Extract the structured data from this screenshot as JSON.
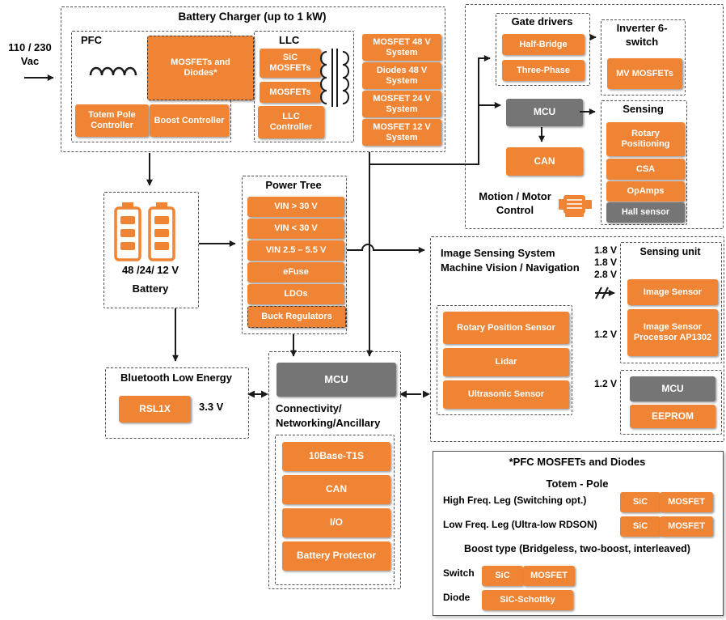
{
  "colors": {
    "orange": "#EE8434",
    "gray": "#757575",
    "line": "#1a1a1a"
  },
  "source_input": {
    "line1": "110 / 230",
    "line2": "Vac"
  },
  "battery_charger": {
    "title": "Battery Charger (up to 1 kW)",
    "pfc": {
      "title": "PFC",
      "mosfets_diodes": "MOSFETs and Diodes*",
      "totem_pole_controller": "Totem Pole Controller",
      "boost_controller": "Boost Controller"
    },
    "llc": {
      "title": "LLC",
      "sic_mosfets": "SiC MOSFETs",
      "mosfets": "MOSFETs",
      "controller": "LLC Controller"
    },
    "outputs": [
      "MOSFET 48 V System",
      "Diodes 48 V System",
      "MOSFET 24 V System",
      "MOSFET 12 V System"
    ]
  },
  "motor_control": {
    "label": "Motion / Motor Control",
    "gate_drivers": {
      "title": "Gate drivers",
      "half_bridge": "Half-Bridge",
      "three_phase": "Three-Phase"
    },
    "inverter": {
      "title": "Inverter 6-switch",
      "mv_mosfets": "MV MOSFETs"
    },
    "mcu": "MCU",
    "can": "CAN",
    "sensing": {
      "title": "Sensing",
      "rotary_positioning": "Rotary Positioning",
      "csa": "CSA",
      "opamps": "OpAmps",
      "hall_sensor": "Hall sensor"
    }
  },
  "battery": {
    "voltage": "48 /24/ 12 V",
    "label": "Battery"
  },
  "power_tree": {
    "title": "Power Tree",
    "items": [
      "VIN > 30 V",
      "VIN < 30 V",
      "VIN 2.5 – 5.5 V",
      "eFuse",
      "LDOs",
      "Buck Regulators"
    ]
  },
  "image_sensing": {
    "title_line1": "Image Sensing System",
    "title_line2": "Machine Vision / Navigation",
    "sensors": [
      "Rotary Position Sensor",
      "Lidar",
      "Ultrasonic Sensor"
    ],
    "rail_voltages": [
      "1.8 V",
      "1.8 V",
      "2.8 V"
    ],
    "proc_voltage": "1.2 V",
    "mcu_voltage": "1.2 V",
    "sensing_unit": {
      "title": "Sensing unit",
      "image_sensor": "Image Sensor",
      "processor": "Image Sensor Processor AP1302"
    },
    "mcu": "MCU",
    "eeprom": "EEPROM"
  },
  "bluetooth": {
    "title": "Bluetooth Low Energy",
    "chip": "RSL1X",
    "voltage": "3.3 V"
  },
  "connectivity": {
    "mcu": "MCU",
    "title_line1": "Connectivity/",
    "title_line2": "Networking/Ancillary",
    "items": [
      "10Base-T1S",
      "CAN",
      "I/O",
      "Battery Protector"
    ]
  },
  "pfc_detail": {
    "title": "*PFC MOSFETs and Diodes",
    "totem_title": "Totem - Pole",
    "high_label": "High Freq. Leg (Switching opt.)",
    "high_sic": "SiC",
    "high_mosfet": "MOSFET",
    "low_label": "Low Freq. Leg (Ultra-low RDSON)",
    "low_sic": "SiC",
    "low_mosfet": "MOSFET",
    "boost_title": "Boost type (Bridgeless, two-boost, interleaved)",
    "switch_label": "Switch",
    "switch_sic": "SiC",
    "switch_mosfet": "MOSFET",
    "diode_label": "Diode",
    "diode_chip": "SiC-Schottky"
  }
}
